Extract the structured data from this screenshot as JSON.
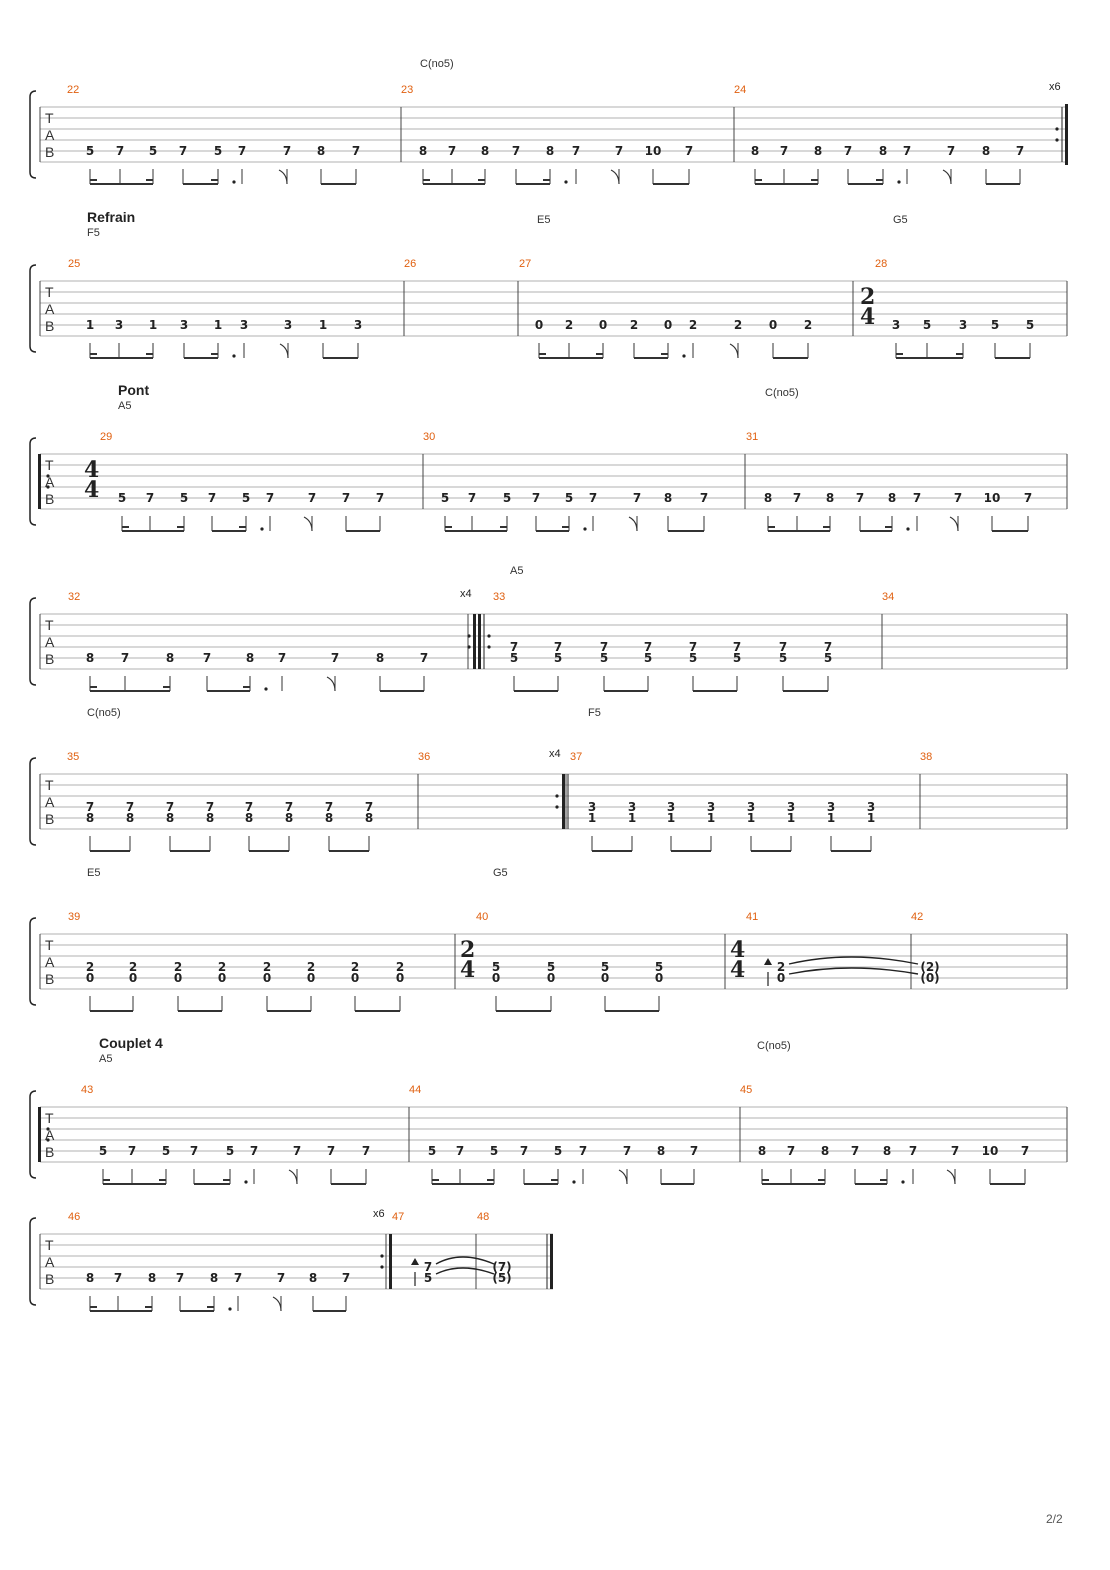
{
  "page": {
    "number": "2/2"
  },
  "tab_clef": [
    "T",
    "A",
    "B"
  ],
  "systems": [
    {
      "section": "",
      "chords": [
        "C(no5)"
      ],
      "measures": [
        {
          "num": "22",
          "notes": [
            "5",
            "7",
            "5",
            "7",
            "5",
            "7",
            "7",
            "8",
            "7"
          ]
        },
        {
          "num": "23",
          "notes": [
            "8",
            "7",
            "8",
            "7",
            "8",
            "7",
            "7",
            "10",
            "7"
          ]
        },
        {
          "num": "24",
          "notes": [
            "8",
            "7",
            "8",
            "7",
            "8",
            "7",
            "7",
            "8",
            "7"
          ],
          "repeat": "x6"
        }
      ]
    },
    {
      "section": "Refrain",
      "chords": [
        "F5",
        "E5",
        "G5"
      ],
      "measures": [
        {
          "num": "25",
          "notes": [
            "1",
            "3",
            "1",
            "3",
            "1",
            "3",
            "3",
            "1",
            "3"
          ]
        },
        {
          "num": "26",
          "notes": []
        },
        {
          "num": "27",
          "notes": [
            "0",
            "2",
            "0",
            "2",
            "0",
            "2",
            "2",
            "0",
            "2"
          ]
        },
        {
          "num": "28",
          "notes": [
            "3",
            "5",
            "3",
            "5",
            "5"
          ],
          "time": [
            "2",
            "4"
          ]
        }
      ]
    },
    {
      "section": "Pont",
      "chords": [
        "A5",
        "C(no5)"
      ],
      "measures": [
        {
          "num": "29",
          "notes": [
            "5",
            "7",
            "5",
            "7",
            "5",
            "7",
            "7",
            "7",
            "7"
          ],
          "time": [
            "4",
            "4"
          ]
        },
        {
          "num": "30",
          "notes": [
            "5",
            "7",
            "5",
            "7",
            "5",
            "7",
            "7",
            "8",
            "7"
          ]
        },
        {
          "num": "31",
          "notes": [
            "8",
            "7",
            "8",
            "7",
            "8",
            "7",
            "7",
            "10",
            "7"
          ]
        }
      ]
    },
    {
      "section": "",
      "chords": [
        "A5"
      ],
      "measures": [
        {
          "num": "32",
          "notes": [
            "8",
            "7",
            "8",
            "7",
            "8",
            "7",
            "7",
            "8",
            "7"
          ],
          "repeat": "x4"
        },
        {
          "num": "33",
          "chord_notes": [
            "7",
            "5"
          ]
        },
        {
          "num": "34",
          "notes": []
        }
      ]
    },
    {
      "section": "",
      "chords": [
        "C(no5)",
        "F5"
      ],
      "measures": [
        {
          "num": "35",
          "chord_notes": [
            "7",
            "8"
          ]
        },
        {
          "num": "36",
          "notes": [],
          "repeat": "x4"
        },
        {
          "num": "37",
          "chord_notes": [
            "3",
            "1"
          ]
        },
        {
          "num": "38",
          "notes": []
        }
      ]
    },
    {
      "section": "",
      "chords": [
        "E5",
        "G5"
      ],
      "measures": [
        {
          "num": "39",
          "chord_notes": [
            "2",
            "0"
          ]
        },
        {
          "num": "40",
          "chord_notes": [
            "5",
            "0"
          ],
          "time": [
            "2",
            "4"
          ]
        },
        {
          "num": "41",
          "chord_notes": [
            "2",
            "0"
          ],
          "time": [
            "4",
            "4"
          ]
        },
        {
          "num": "42",
          "chord_notes": [
            "(2)",
            "(0)"
          ]
        }
      ]
    },
    {
      "section": "Couplet 4",
      "chords": [
        "A5",
        "C(no5)"
      ],
      "measures": [
        {
          "num": "43",
          "notes": [
            "5",
            "7",
            "5",
            "7",
            "5",
            "7",
            "7",
            "7",
            "7"
          ]
        },
        {
          "num": "44",
          "notes": [
            "5",
            "7",
            "5",
            "7",
            "5",
            "7",
            "7",
            "8",
            "7"
          ]
        },
        {
          "num": "45",
          "notes": [
            "8",
            "7",
            "8",
            "7",
            "8",
            "7",
            "7",
            "10",
            "7"
          ]
        }
      ]
    },
    {
      "section": "",
      "chords": [],
      "measures": [
        {
          "num": "46",
          "notes": [
            "8",
            "7",
            "8",
            "7",
            "8",
            "7",
            "7",
            "8",
            "7"
          ],
          "repeat": "x6"
        },
        {
          "num": "47",
          "chord_notes": [
            "7",
            "5"
          ]
        },
        {
          "num": "48",
          "chord_notes": [
            "(7)",
            "(5)"
          ]
        }
      ]
    }
  ]
}
